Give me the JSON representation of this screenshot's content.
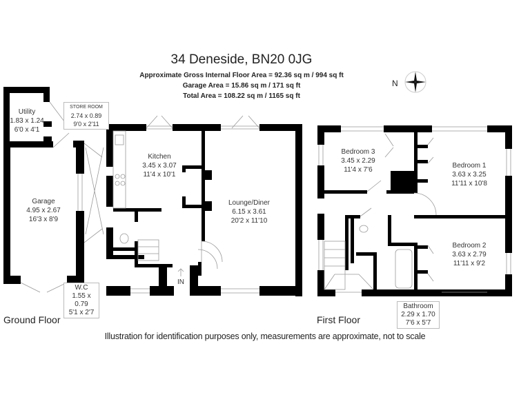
{
  "header": {
    "title": "34 Deneside, BN20 0JG",
    "gross_internal_area": "Approximate Gross Internal Floor Area = 92.36 sq m / 994 sq ft",
    "garage_area": "Garage Area = 15.86 sq m / 171 sq ft",
    "total_area": "Total Area = 108.22 sq m / 1165 sq ft"
  },
  "compass": {
    "label": "N",
    "icon": "compass-rose-icon"
  },
  "ground_floor": {
    "label": "Ground Floor",
    "entrance_label": "IN",
    "rooms": {
      "utility": {
        "name": "Utility",
        "metric": "1.83 x 1.24",
        "imperial": "6'0 x 4'1"
      },
      "store_room": {
        "name": "STORE ROOM",
        "metric": "2.74 x 0.89",
        "imperial": "9'0 x 2'11"
      },
      "garage": {
        "name": "Garage",
        "metric": "4.95 x 2.67",
        "imperial": "16'3 x 8'9"
      },
      "kitchen": {
        "name": "Kitchen",
        "metric": "3.45 x 3.07",
        "imperial": "11'4 x 10'1"
      },
      "lounge_diner": {
        "name": "Lounge/Diner",
        "metric": "6.15 x 3.61",
        "imperial": "20'2 x 11'10"
      },
      "wc": {
        "name": "W.C",
        "metric": "1.55 x 0.79",
        "imperial": "5'1 x 2'7"
      }
    }
  },
  "first_floor": {
    "label": "First Floor",
    "rooms": {
      "bedroom3": {
        "name": "Bedroom 3",
        "metric": "3.45 x 2.29",
        "imperial": "11'4 x 7'6"
      },
      "bedroom1": {
        "name": "Bedroom 1",
        "metric": "3.63 x 3.25",
        "imperial": "11'11 x 10'8"
      },
      "bedroom2": {
        "name": "Bedroom 2",
        "metric": "3.63 x 2.79",
        "imperial": "11'11 x 9'2"
      },
      "bathroom": {
        "name": "Bathroom",
        "metric": "2.29 x 1.70",
        "imperial": "7'6 x 5'7"
      }
    }
  },
  "footer": {
    "disclaimer": "Illustration for identification purposes only, measurements are approximate, not to scale"
  },
  "colors": {
    "wall": "#000000",
    "fixture": "#aaaaaa",
    "label_border": "#bbbbbb",
    "text": "#222222"
  }
}
